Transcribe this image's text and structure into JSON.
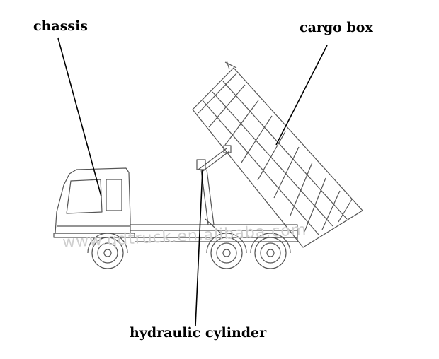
{
  "labels": {
    "chassis": "chassis",
    "cargo_box": "cargo box",
    "hydraulic_cylinder": "hydraulic cylinder"
  },
  "watermark": "www.qdtruck.en.alibaba.com",
  "colors": {
    "line": "#000000",
    "drawing": "#555555",
    "watermark": "#cfcfcf"
  }
}
